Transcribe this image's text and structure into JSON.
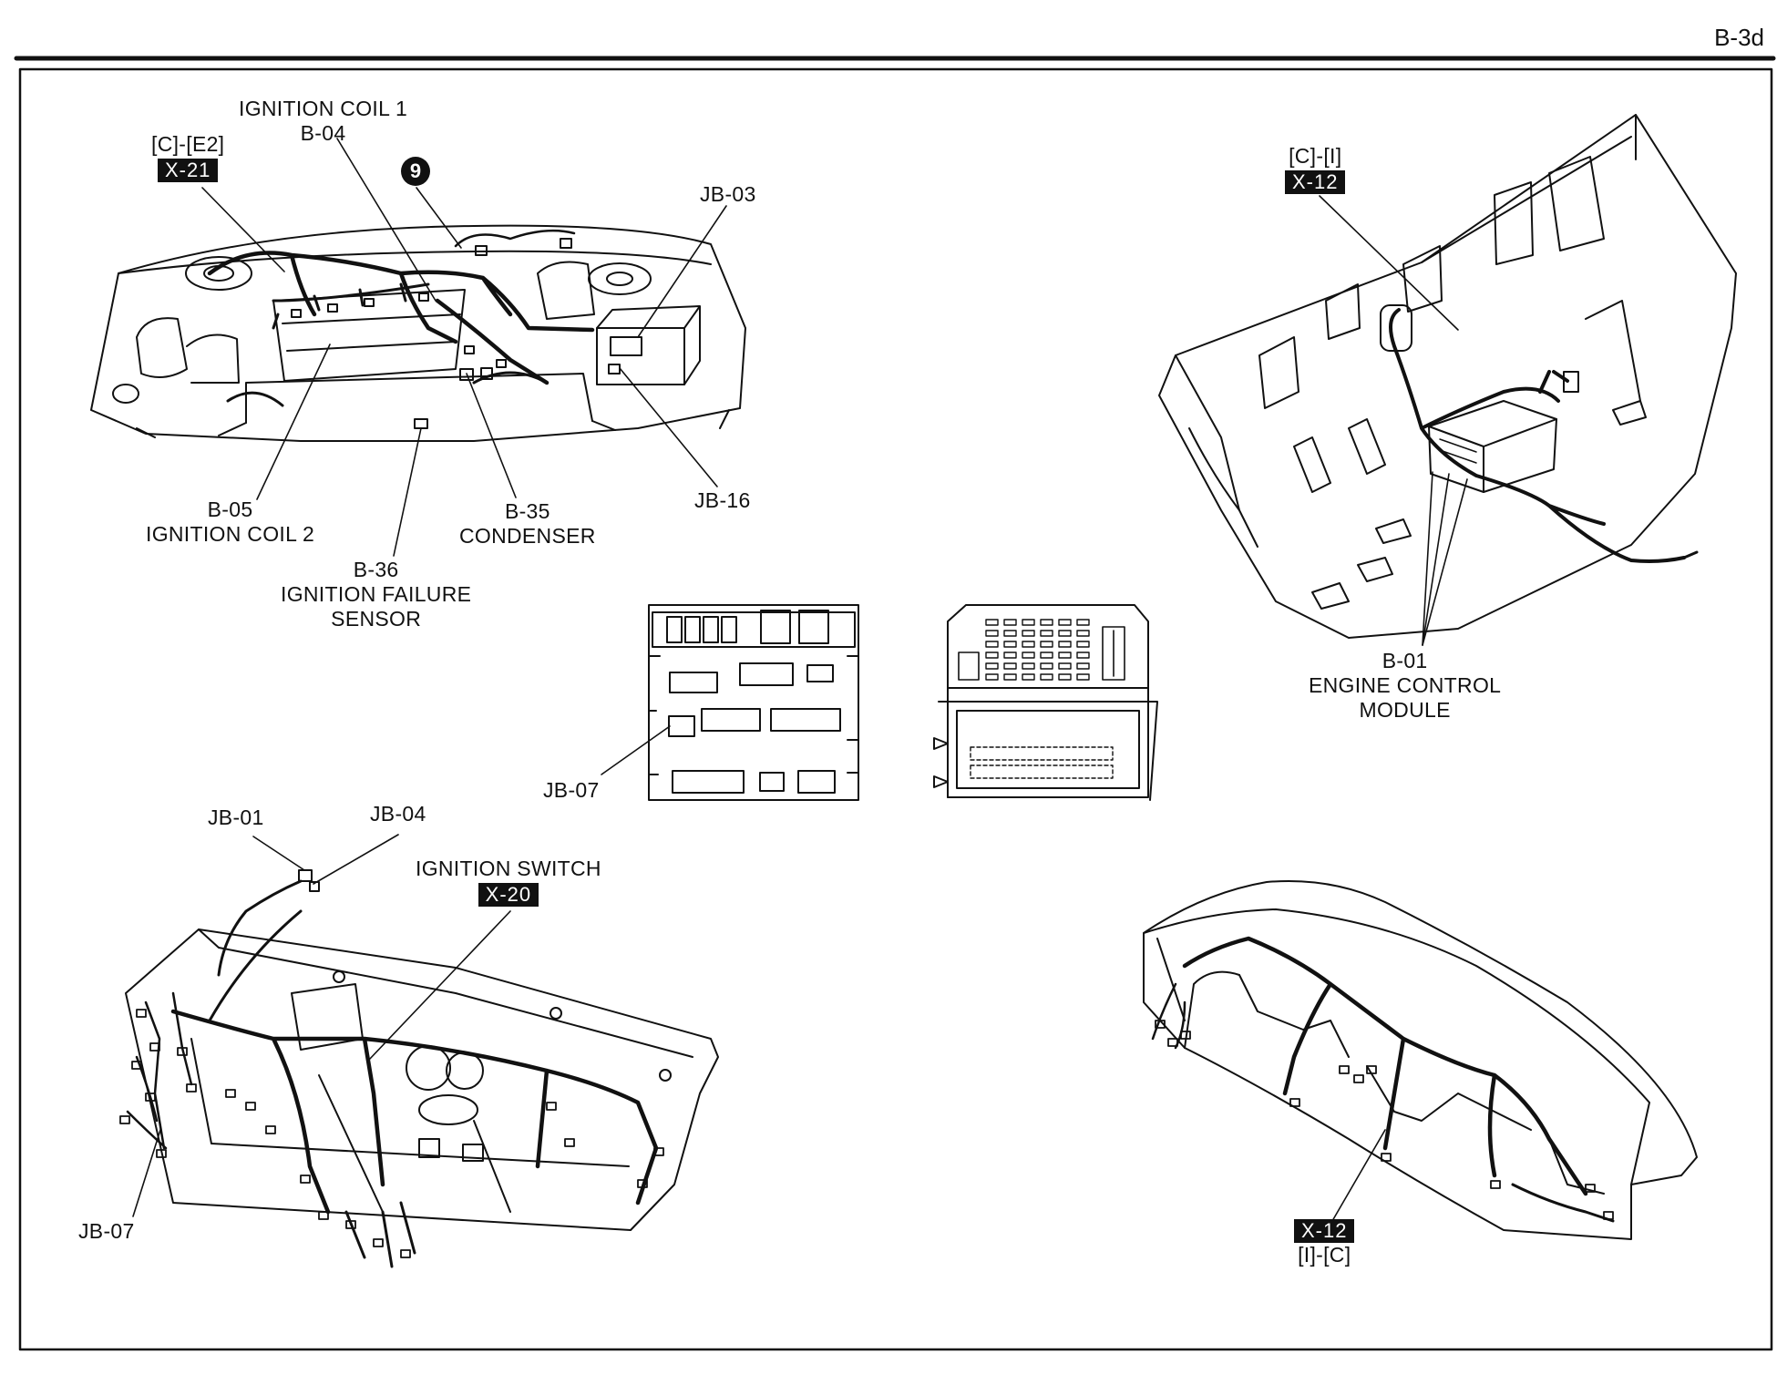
{
  "page_code": "B-3d",
  "engine_bay": {
    "ignition_coil_1": {
      "name": "IGNITION COIL 1",
      "code": "B-04"
    },
    "x21": {
      "ref": "[C]-[E2]",
      "tag": "X-21"
    },
    "marker": "9",
    "jb03": "JB-03",
    "jb16": "JB-16",
    "ignition_coil_2": {
      "code": "B-05",
      "name": "IGNITION COIL 2"
    },
    "condenser": {
      "code": "B-35",
      "name": "CONDENSER"
    },
    "failure_sensor": {
      "code": "B-36",
      "line1": "IGNITION FAILURE",
      "line2": "SENSOR"
    }
  },
  "firewall": {
    "x12": {
      "ref": "[C]-[I]",
      "tag": "X-12"
    },
    "ecm": {
      "code": "B-01",
      "line1": "ENGINE CONTROL",
      "line2": "MODULE"
    }
  },
  "junction_box": {
    "label": "JB-07"
  },
  "dashboard_left": {
    "jb01": "JB-01",
    "jb04": "JB-04",
    "ignition_switch": {
      "name": "IGNITION SWITCH",
      "tag": "X-20"
    },
    "jb07": "JB-07"
  },
  "dashboard_right": {
    "x12": {
      "tag": "X-12",
      "ref": "[I]-[C]"
    }
  }
}
